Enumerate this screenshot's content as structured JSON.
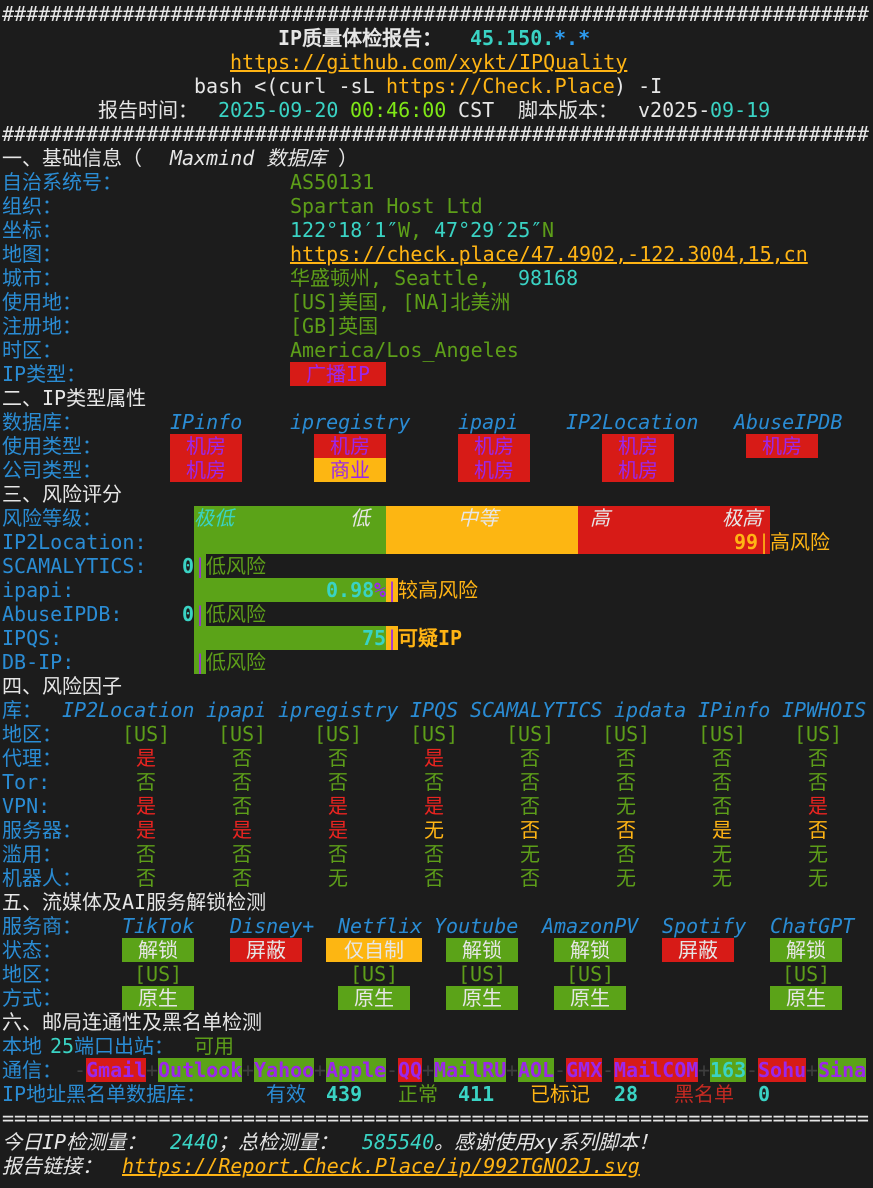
{
  "colors": {
    "background": "#1c1c1c",
    "text": "#e6e6e6",
    "label_blue": "#2a8cd4",
    "green": "#5d9e19",
    "green_bg": "#5ba318",
    "cyan": "#3ad3c4",
    "orange": "#ffb414",
    "orange_bg": "#fdb612",
    "red": "#ea2420",
    "red_bg": "#d71b17",
    "purple": "#9b27ea",
    "lime": "#80e817",
    "dark_red": "#c42a22"
  },
  "header": {
    "rule_hash": "########################################################################",
    "title_label": "IP质量体检报告：",
    "ip_prefix": "45.150.",
    "ip_mask": "*.*",
    "repo_url": "https://github.com/xykt/IPQuality",
    "cmd_prefix": "bash <(curl -sL ",
    "cmd_url": "https://Check.Place",
    "cmd_suffix": ") -I",
    "report_time_label": "报告时间：",
    "report_date": "2025-09-20",
    "report_clock": "00:46:00",
    "timezone": " CST",
    "version_label": "脚本版本：",
    "version_prefix": "v2025-",
    "version_suffix": "09-19"
  },
  "basic_info": {
    "title_prefix": "一、基础信息（",
    "title_source": "Maxmind 数据库",
    "title_suffix": "）",
    "asn": {
      "label": "自治系统号：",
      "value": "AS50131"
    },
    "organization": {
      "label": "组织：",
      "value": "Spartan Host Ltd"
    },
    "coordinates": {
      "label": "坐标：",
      "longitude": "122°18′1″",
      "longitude_dir": "W, ",
      "latitude": "47°29′25″",
      "latitude_dir": "N"
    },
    "map": {
      "label": "地图：",
      "url": "https://check.place/47.4902,-122.3004,15,cn"
    },
    "city": {
      "label": "城市：",
      "name": "华盛顿州, Seattle, ",
      "postal_code": "98168"
    },
    "usage_location": {
      "label": "使用地：",
      "value": "[US]美国, [NA]北美洲"
    },
    "registered_location": {
      "label": "注册地：",
      "value": "[GB]英国"
    },
    "timezone": {
      "label": "时区：",
      "value": "America/Los_Angeles"
    },
    "ip_type": {
      "label": "IP类型：",
      "value": "广播IP",
      "bg": "red",
      "fg": "purple"
    }
  },
  "ip_type_attrs": {
    "title": "二、IP类型属性",
    "db_label": "数据库：",
    "databases": [
      "IPinfo",
      "ipregistry",
      "ipapi",
      "IP2Location",
      "AbuseIPDB"
    ],
    "usage_label": "使用类型：",
    "usage": [
      {
        "text": "机房",
        "bg": "red",
        "fg": "purple"
      },
      {
        "text": "机房",
        "bg": "red",
        "fg": "purple"
      },
      {
        "text": "机房",
        "bg": "red",
        "fg": "purple"
      },
      {
        "text": "机房",
        "bg": "red",
        "fg": "purple"
      },
      {
        "text": "机房",
        "bg": "red",
        "fg": "purple"
      }
    ],
    "company_label": "公司类型：",
    "company": [
      {
        "text": "机房",
        "bg": "red",
        "fg": "purple"
      },
      {
        "text": "商业",
        "bg": "orange",
        "fg": "purple"
      },
      {
        "text": "机房",
        "bg": "red",
        "fg": "purple"
      },
      {
        "text": "机房",
        "bg": "red",
        "fg": "purple"
      }
    ]
  },
  "risk_score": {
    "title": "三、风险评分",
    "scale_label": "风险等级：",
    "scale": [
      {
        "text": "极低",
        "tone": "cyan"
      },
      {
        "text": "低",
        "tone": "white"
      },
      {
        "text": "中等",
        "tone": "white"
      },
      {
        "text": "高",
        "tone": "white"
      },
      {
        "text": "极高",
        "tone": "white"
      }
    ],
    "rows": [
      {
        "label": "IP2Location:",
        "score": "99",
        "score_tone": "orange",
        "unit": "",
        "marker": "|",
        "marker_tone": "orange",
        "marker_bg": "red",
        "verdict": "高风险",
        "verdict_tone": "orange"
      },
      {
        "label": "SCAMALYTICS:",
        "score": "0",
        "score_tone": "cyan",
        "unit": "",
        "marker": "|",
        "marker_tone": "purple",
        "marker_bg": "green",
        "verdict": "低风险",
        "verdict_tone": "green"
      },
      {
        "label": "ipapi:",
        "score": "0.98",
        "score_tone": "cyan",
        "unit": "%",
        "marker": "|",
        "marker_tone": "purple",
        "marker_bg": "orange",
        "verdict": "较高风险",
        "verdict_tone": "orange"
      },
      {
        "label": "AbuseIPDB:",
        "score": "0",
        "score_tone": "cyan",
        "unit": "",
        "marker": "|",
        "marker_tone": "purple",
        "marker_bg": "green",
        "verdict": "低风险",
        "verdict_tone": "green"
      },
      {
        "label": "IPQS:",
        "score": "75",
        "score_tone": "cyan",
        "unit": "",
        "marker": "|",
        "marker_tone": "purple",
        "marker_bg": "orange",
        "verdict": "可疑IP",
        "verdict_tone": "orange"
      },
      {
        "label": "DB-IP:",
        "score": "",
        "score_tone": "cyan",
        "unit": "",
        "marker": "|",
        "marker_tone": "purple",
        "marker_bg": "green",
        "verdict": "低风险",
        "verdict_tone": "green"
      }
    ]
  },
  "risk_factors": {
    "title": "四、风险因子",
    "db_label": "库：",
    "databases": [
      "IP2Location",
      "ipapi",
      "ipregistry",
      "IPQS",
      "SCAMALYTICS",
      "ipdata",
      "IPinfo",
      "IPWHOIS"
    ],
    "rows": [
      {
        "label": "地区：",
        "values": [
          {
            "text": "[US]",
            "tone": "green"
          },
          {
            "text": "[US]",
            "tone": "green"
          },
          {
            "text": "[US]",
            "tone": "green"
          },
          {
            "text": "[US]",
            "tone": "green"
          },
          {
            "text": "[US]",
            "tone": "green"
          },
          {
            "text": "[US]",
            "tone": "green"
          },
          {
            "text": "[US]",
            "tone": "green"
          },
          {
            "text": "[US]",
            "tone": "green"
          }
        ]
      },
      {
        "label": "代理：",
        "values": [
          {
            "text": "是",
            "tone": "red"
          },
          {
            "text": "否",
            "tone": "green"
          },
          {
            "text": "否",
            "tone": "green"
          },
          {
            "text": "是",
            "tone": "red"
          },
          {
            "text": "否",
            "tone": "green"
          },
          {
            "text": "否",
            "tone": "green"
          },
          {
            "text": "否",
            "tone": "green"
          },
          {
            "text": "否",
            "tone": "green"
          }
        ]
      },
      {
        "label": "Tor:",
        "values": [
          {
            "text": "否",
            "tone": "green"
          },
          {
            "text": "否",
            "tone": "green"
          },
          {
            "text": "否",
            "tone": "green"
          },
          {
            "text": "否",
            "tone": "green"
          },
          {
            "text": "否",
            "tone": "green"
          },
          {
            "text": "否",
            "tone": "green"
          },
          {
            "text": "否",
            "tone": "green"
          },
          {
            "text": "否",
            "tone": "green"
          }
        ]
      },
      {
        "label": "VPN:",
        "values": [
          {
            "text": "是",
            "tone": "red"
          },
          {
            "text": "否",
            "tone": "green"
          },
          {
            "text": "是",
            "tone": "red"
          },
          {
            "text": "是",
            "tone": "red"
          },
          {
            "text": "否",
            "tone": "green"
          },
          {
            "text": "无",
            "tone": "green"
          },
          {
            "text": "否",
            "tone": "green"
          },
          {
            "text": "是",
            "tone": "red"
          }
        ]
      },
      {
        "label": "服务器：",
        "values": [
          {
            "text": "是",
            "tone": "red"
          },
          {
            "text": "是",
            "tone": "red"
          },
          {
            "text": "是",
            "tone": "red"
          },
          {
            "text": "无",
            "tone": "orange"
          },
          {
            "text": "否",
            "tone": "orange"
          },
          {
            "text": "否",
            "tone": "orange"
          },
          {
            "text": "是",
            "tone": "orange"
          },
          {
            "text": "否",
            "tone": "orange"
          }
        ]
      },
      {
        "label": "滥用：",
        "values": [
          {
            "text": "否",
            "tone": "green"
          },
          {
            "text": "否",
            "tone": "green"
          },
          {
            "text": "否",
            "tone": "green"
          },
          {
            "text": "否",
            "tone": "green"
          },
          {
            "text": "无",
            "tone": "green"
          },
          {
            "text": "否",
            "tone": "green"
          },
          {
            "text": "无",
            "tone": "green"
          },
          {
            "text": "无",
            "tone": "green"
          }
        ]
      },
      {
        "label": "机器人：",
        "values": [
          {
            "text": "否",
            "tone": "green"
          },
          {
            "text": "否",
            "tone": "green"
          },
          {
            "text": "无",
            "tone": "green"
          },
          {
            "text": "否",
            "tone": "green"
          },
          {
            "text": "否",
            "tone": "green"
          },
          {
            "text": "无",
            "tone": "green"
          },
          {
            "text": "无",
            "tone": "green"
          },
          {
            "text": "无",
            "tone": "green"
          }
        ]
      }
    ]
  },
  "streaming": {
    "title": "五、流媒体及AI服务解锁检测",
    "provider_label": "服务商：",
    "status_label": "状态：",
    "region_label": "地区：",
    "method_label": "方式：",
    "services": [
      {
        "name": "TikTok",
        "status": "解锁",
        "status_bg": "green",
        "region": "[US]",
        "method": "原生"
      },
      {
        "name": "Disney+",
        "status": "屏蔽",
        "status_bg": "red"
      },
      {
        "name": "Netflix",
        "status": "仅自制",
        "status_bg": "orange",
        "region": "[US]",
        "method": "原生"
      },
      {
        "name": "Youtube",
        "status": "解锁",
        "status_bg": "green",
        "region": "[US]",
        "method": "原生"
      },
      {
        "name": "AmazonPV",
        "status": "解锁",
        "status_bg": "green",
        "region": "[US]",
        "method": "原生"
      },
      {
        "name": "Spotify",
        "status": "屏蔽",
        "status_bg": "red"
      },
      {
        "name": "ChatGPT",
        "status": "解锁",
        "status_bg": "green",
        "region": "[US]",
        "method": "原生"
      }
    ]
  },
  "mail": {
    "title": "六、邮局连通性及黑名单检测",
    "port25": {
      "label_prefix": "本地",
      "port": "25",
      "label_suffix": "端口出站：",
      "value": "可用"
    },
    "comm_label": "通信：",
    "providers": [
      {
        "sep": "-",
        "name": "Gmail",
        "bg": "red",
        "fg": "purple"
      },
      {
        "sep": "+",
        "name": "Outlook",
        "bg": "green",
        "fg": "purple"
      },
      {
        "sep": "+",
        "name": "Yahoo",
        "bg": "green",
        "fg": "purple"
      },
      {
        "sep": "+",
        "name": "Apple",
        "bg": "green",
        "fg": "purple"
      },
      {
        "sep": "-",
        "name": "QQ",
        "bg": "red",
        "fg": "purple"
      },
      {
        "sep": "+",
        "name": "MailRU",
        "bg": "green",
        "fg": "purple"
      },
      {
        "sep": "+",
        "name": "AOL",
        "bg": "green",
        "fg": "purple"
      },
      {
        "sep": "-",
        "name": "GMX",
        "bg": "red",
        "fg": "purple"
      },
      {
        "sep": "-",
        "name": "MailCOM",
        "bg": "red",
        "fg": "purple"
      },
      {
        "sep": "+",
        "name": "163",
        "bg": "green",
        "fg": "cyan"
      },
      {
        "sep": "-",
        "name": "Sohu",
        "bg": "red",
        "fg": "purple"
      },
      {
        "sep": "+",
        "name": "Sina",
        "bg": "green",
        "fg": "purple"
      }
    ],
    "blacklist": {
      "label": "IP地址黑名单数据库：",
      "valid_label": "有效",
      "valid": "439",
      "clean_label": "正常",
      "clean": "411",
      "marked_label": "已标记",
      "marked": "28",
      "blacklisted_label": "黑名单",
      "blacklisted": "0"
    }
  },
  "footer": {
    "rule_equals": "========================================================================",
    "today_label": "今日IP检测量：",
    "today_count": "2440",
    "total_label": "；总检测量：",
    "total_count": "585540",
    "thanks": "。感谢使用xy系列脚本！",
    "report_label": "报告链接：",
    "report_url": "https://Report.Check.Place/ip/992TGNO2J.svg"
  }
}
